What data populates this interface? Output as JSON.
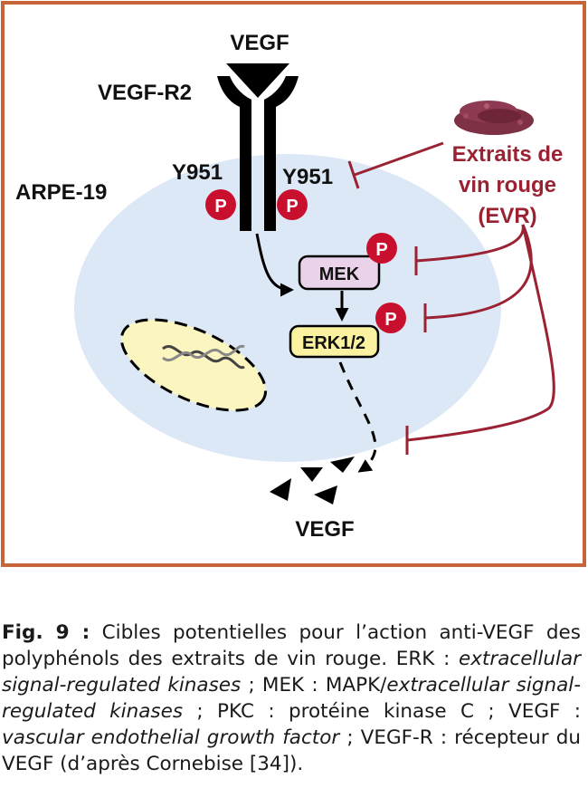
{
  "diagram": {
    "vegf_top": "VEGF",
    "receptor": "VEGF-R2",
    "cell_line": "ARPE-19",
    "site_left": "Y951",
    "site_right": "Y951",
    "phospho": "P",
    "mek": "MEK",
    "erk": "ERK1/2",
    "evr_lines": [
      "Extraits de",
      "vin rouge",
      "(EVR)"
    ],
    "vegf_bottom": "VEGF"
  },
  "colors": {
    "frame": "#c8643a",
    "cell": "#dce8f5",
    "evr": "#9a2233",
    "phospho": "#c8102e",
    "mek_fill": "#ead3ea",
    "erk_fill": "#faf2a0",
    "nucleus": "#fbf5c0"
  },
  "caption": {
    "label": "Fig. 9 :",
    "t1": " Cibles potentielles pour l’action anti-VEGF des polyphénols des extraits de vin rouge. ERK : ",
    "i1": "extracellular signal-regulated kinases",
    "t2": " ; MEK : MAPK/",
    "i2": "extracellular signal-regulated kinases",
    "t3": " ; PKC : protéine kinase C ; VEGF : ",
    "i3": "vascular endothelial growth factor",
    "t4": " ; VEGF-R : récepteur du VEGF (d’après Cornebise [34])."
  }
}
